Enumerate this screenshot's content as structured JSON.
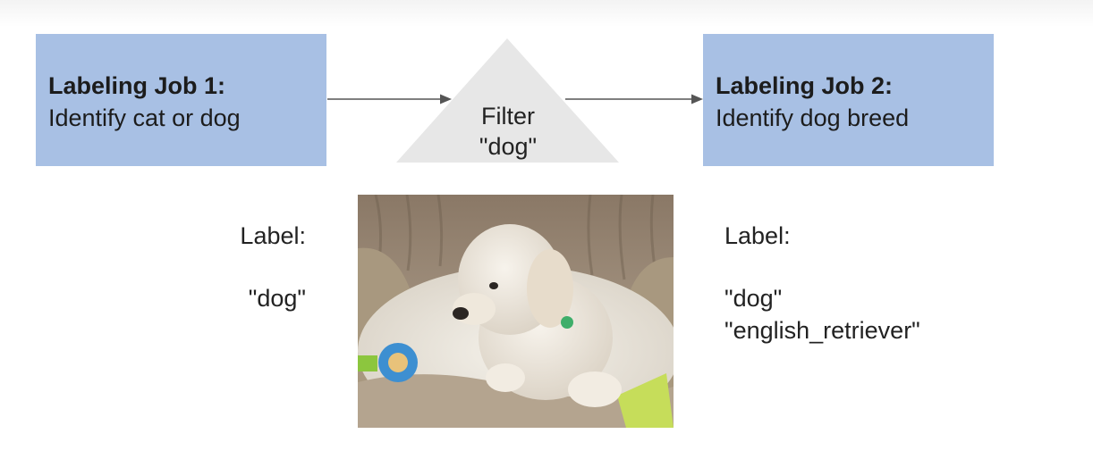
{
  "job1": {
    "title": "Labeling Job 1:",
    "description": "Identify cat or dog"
  },
  "filter": {
    "line1": "Filter",
    "line2": "\"dog\""
  },
  "job2": {
    "title": "Labeling Job 2:",
    "description": "Identify dog breed"
  },
  "left_labels": {
    "heading": "Label:",
    "values": [
      "\"dog\""
    ]
  },
  "right_labels": {
    "heading": "Label:",
    "values": [
      "\"dog\"",
      "\"english_retriever\""
    ]
  },
  "colors": {
    "box_fill": "#a8c0e4",
    "triangle_fill": "#e7e7e7",
    "arrow": "#555555"
  }
}
